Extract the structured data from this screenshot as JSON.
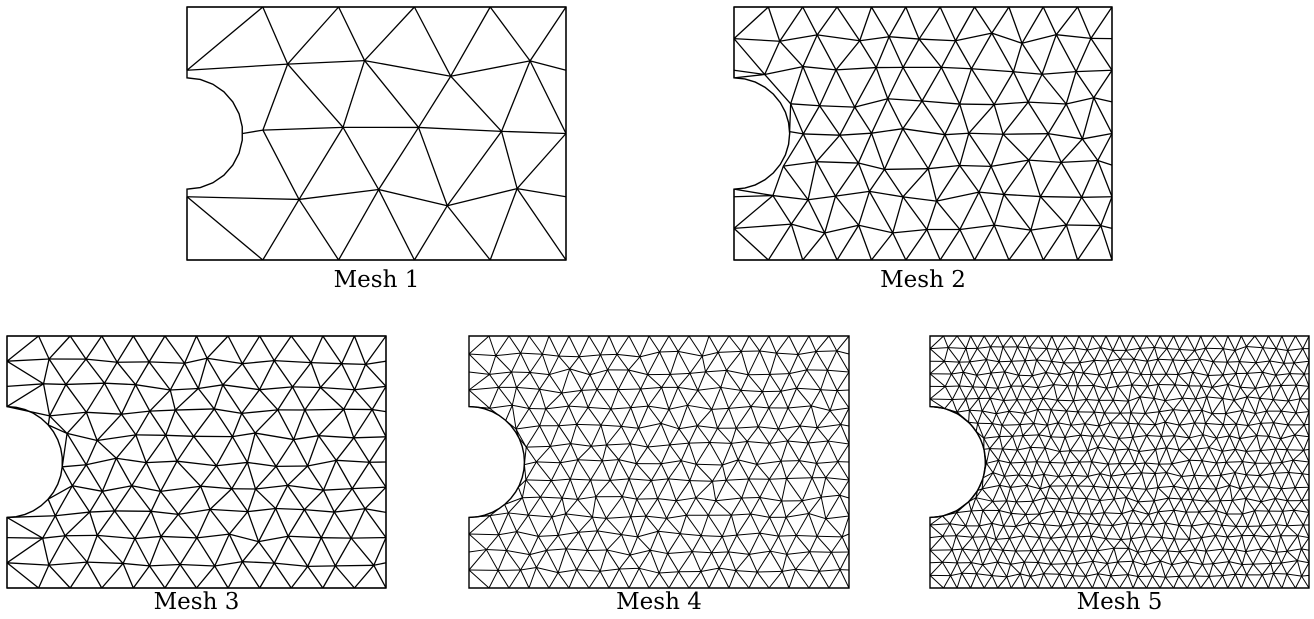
{
  "meshes": [
    {
      "label": "Mesh 1",
      "refinement_level": 1
    },
    {
      "label": "Mesh 2",
      "refinement_level": 2
    },
    {
      "label": "Mesh 3",
      "refinement_level": 3
    },
    {
      "label": "Mesh 4",
      "refinement_level": 4
    },
    {
      "label": "Mesh 5",
      "refinement_level": 5
    }
  ],
  "style": {
    "stroke_color": "#000000",
    "background": "#ffffff"
  }
}
